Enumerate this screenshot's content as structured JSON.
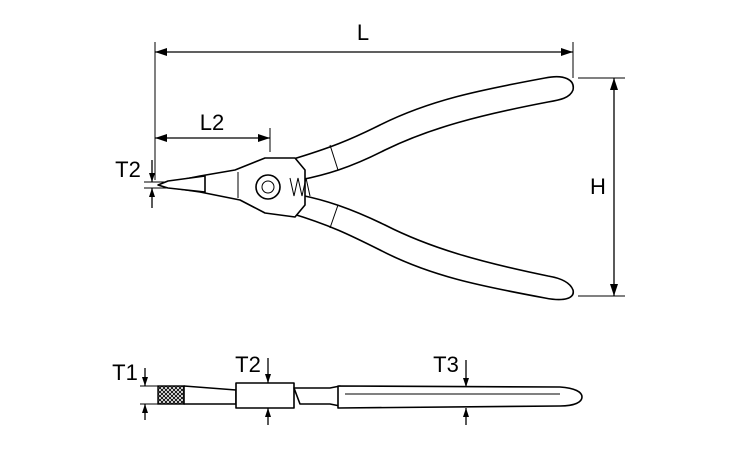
{
  "diagram": {
    "top_view": {
      "dim_length_label": "L",
      "dim_tip_length_label": "L2",
      "dim_height_label": "H",
      "dim_tip_thickness_label": "T2"
    },
    "side_view": {
      "dim_tip_label": "T1",
      "dim_joint_label": "T2",
      "dim_handle_label": "T3"
    }
  }
}
